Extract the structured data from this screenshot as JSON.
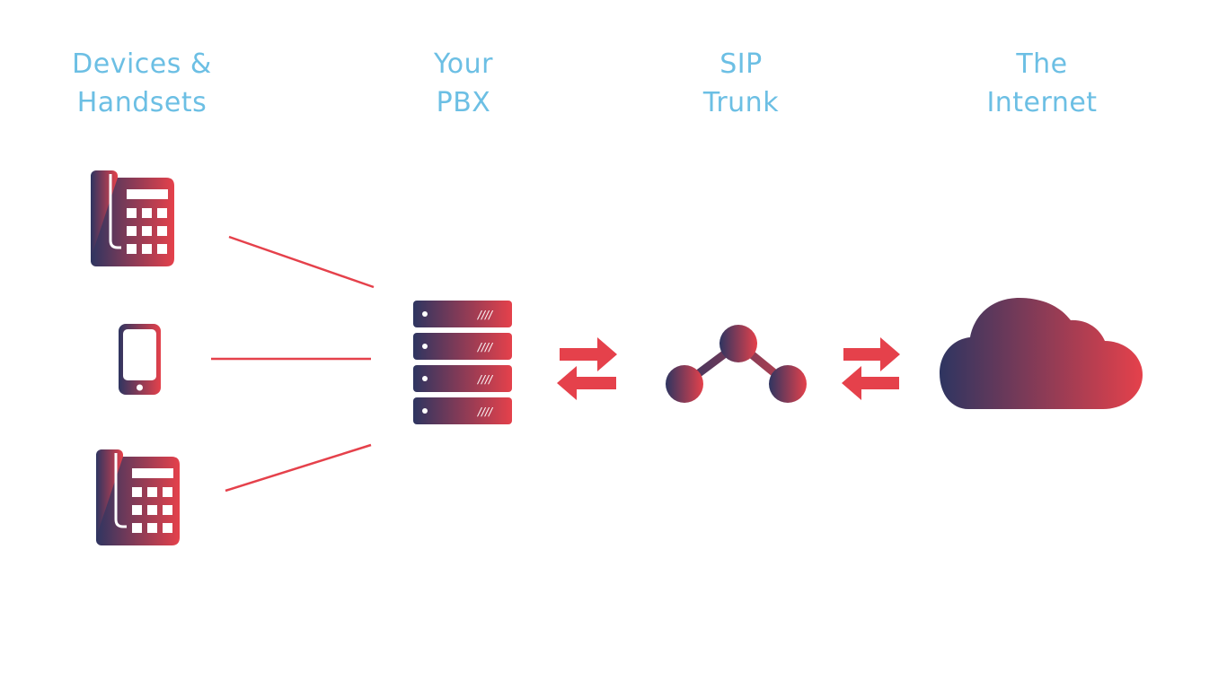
{
  "columns": [
    {
      "id": "devices",
      "line1": "Devices &",
      "line2": "Handsets",
      "icon": "desk-phone-icon"
    },
    {
      "id": "pbx",
      "line1": "Your",
      "line2": "PBX",
      "icon": "server-icon"
    },
    {
      "id": "sip",
      "line1": "SIP",
      "line2": "Trunk",
      "icon": "network-node-icon"
    },
    {
      "id": "internet",
      "line1": "The",
      "line2": "Internet",
      "icon": "cloud-icon"
    }
  ],
  "server_units": [
    {
      "label": "////"
    },
    {
      "label": "////"
    },
    {
      "label": "////"
    },
    {
      "label": "////"
    }
  ],
  "colors": {
    "title": "#6cbfe4",
    "accent_red": "#e5414b",
    "gradient_dark": "#2e3561",
    "gradient_light": "#e5414b"
  }
}
